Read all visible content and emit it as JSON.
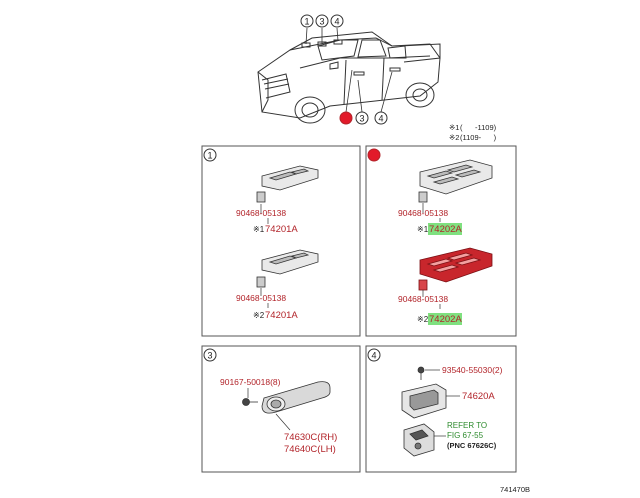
{
  "vehicle": {
    "callouts": [
      "1",
      "3",
      "4",
      "",
      "3",
      "4"
    ],
    "notes": [
      {
        "mark": "※1",
        "text": "(      -1109)"
      },
      {
        "mark": "※2",
        "text": "(1109-      )"
      }
    ]
  },
  "panels": {
    "p1": {
      "badge": "1",
      "items": [
        {
          "part": "90468-05138",
          "mark": "※1",
          "ref": "74201A"
        },
        {
          "part": "90468-05138",
          "mark": "※2",
          "ref": "74201A"
        }
      ]
    },
    "p2": {
      "badge": "",
      "items": [
        {
          "part": "90468-05138",
          "mark": "※1",
          "ref": "74202A"
        },
        {
          "part": "90468-05138",
          "mark": "※2",
          "ref": "74202A"
        }
      ]
    },
    "p3": {
      "badge": "3",
      "part": "90167-50018(8)",
      "rh": "74630C(RH)",
      "lh": "74640C(LH)"
    },
    "p4": {
      "badge": "4",
      "part": "93540-55030(2)",
      "ref": "74620A",
      "refer1": "REFER TO",
      "refer2": "FIG 67-55",
      "pnc": "(PNC 67626C)"
    }
  },
  "footer": {
    "code": "741470B"
  },
  "colors": {
    "part_label": "#b2242a",
    "highlight": "#7fe07f",
    "refer": "#2e8b2e",
    "red_dot": "#e21a2a"
  }
}
